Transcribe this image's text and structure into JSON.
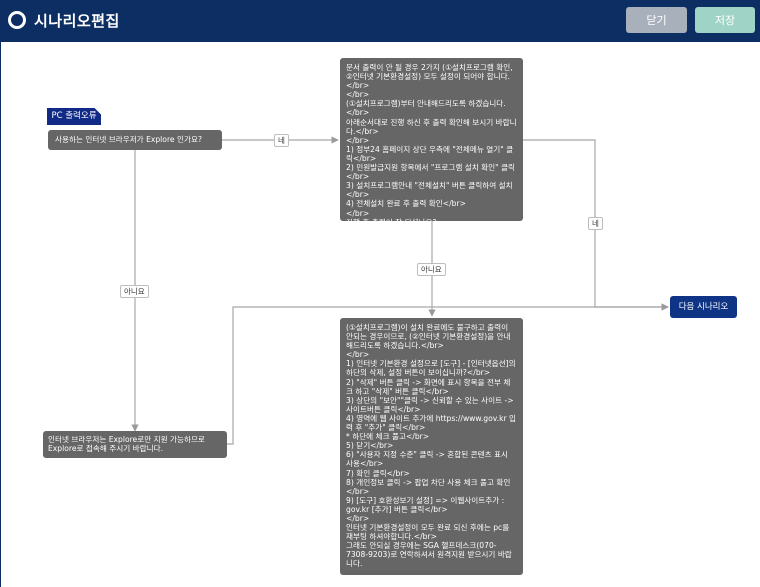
{
  "header": {
    "title": "시나리오편집",
    "close_label": "닫기",
    "save_label": "저장"
  },
  "canvas": {
    "start_tag": "PC 출력오류",
    "question_node": "사용하는 인터넷 브라우저가 Explore 인가요?",
    "browser_node": "인터넷 브라우저는 Explore로만 지원 가능하므로 Explore로 접속해 주시기 바랍니다.",
    "check_node": "문서 출력이 안 될 경우 2가지 (①설치프로그램 확인, ②인터넷 기본환경설정) 모두 설정이 되어야 합니다.</br>\n</br>\n(①설치프로그램)부터 안내해드리도록 하겠습니다.</br>\n아래순서대로 진행 하신 후 출력 확인해 보시기 바랍니다.</br>\n</br>\n1) 정부24 홈페이지 상단 우측에 \"전체메뉴 열기\" 클릭</br>\n2) 민원발급지원 항목에서 \"프로그램 설치 확인\" 클릭</br>\n3) 설치프로그램안내 \"전체설치\" 버튼 클릭하여 설치</br>\n4) 전체설치 완료 후 출력 확인</br>\n</br>\n진행 후 출력이 잘 되셨나요?",
    "settings_node": "(①설치프로그램)이 설치 완료에도 불구하고 출력이 안되는 경우이므로, (②인터넷 기본환경설정)을 안내해드리도록 하겠습니다.</br>\n</br>\n1) 인터넷 기본환경 설정으로 [도구] - [인터넷옵션]의 하단의 삭제, 설정 버튼이 보이십니까?</br>\n2) \"삭제\" 버튼 클릭 -> 화면에 표시 항목을 전부 체크 하고 \"삭제\" 버튼 클릭</br>\n3) 상단의 \"보안\"\"클릭 -> 신뢰할 수 있는 사이트 -> 사이트버튼 클릭</br>\n4) 영역에 웹 사이트 추가에 https://www.gov.kr 입력 후 \"추가\" 클릭</br>\n* 하단에 체크 풀고</br>\n5) 닫기</br>\n6) \"사용자 지정 수준\" 클릭 -> 혼합된 콘텐츠 표시 사용</br>\n7) 확인 클릭</br>\n8) 개인정보 클릭 -> 팝업 차단 사용 체크 풀고 확인</br>\n9) [도구] 호환성보기 설정] => 이웹사이트추가 : gov.kr [추가] 버튼 클릭</br>\n</br>\n인터넷 기본환경설정이 모두 완료 되신 후에는 pc를 재부팅 하셔야합니다.</br>\n그래도 안되실 경우에는 SGA 헬프데스크(070-7308-9203)로 연락하셔서 원격지원 받으시기 바랍니다.",
    "next_node": "다음 시나리오",
    "edge_yes_1": "네",
    "edge_no_1": "아니요",
    "edge_no_2": "아니요",
    "edge_yes_2": "네"
  }
}
